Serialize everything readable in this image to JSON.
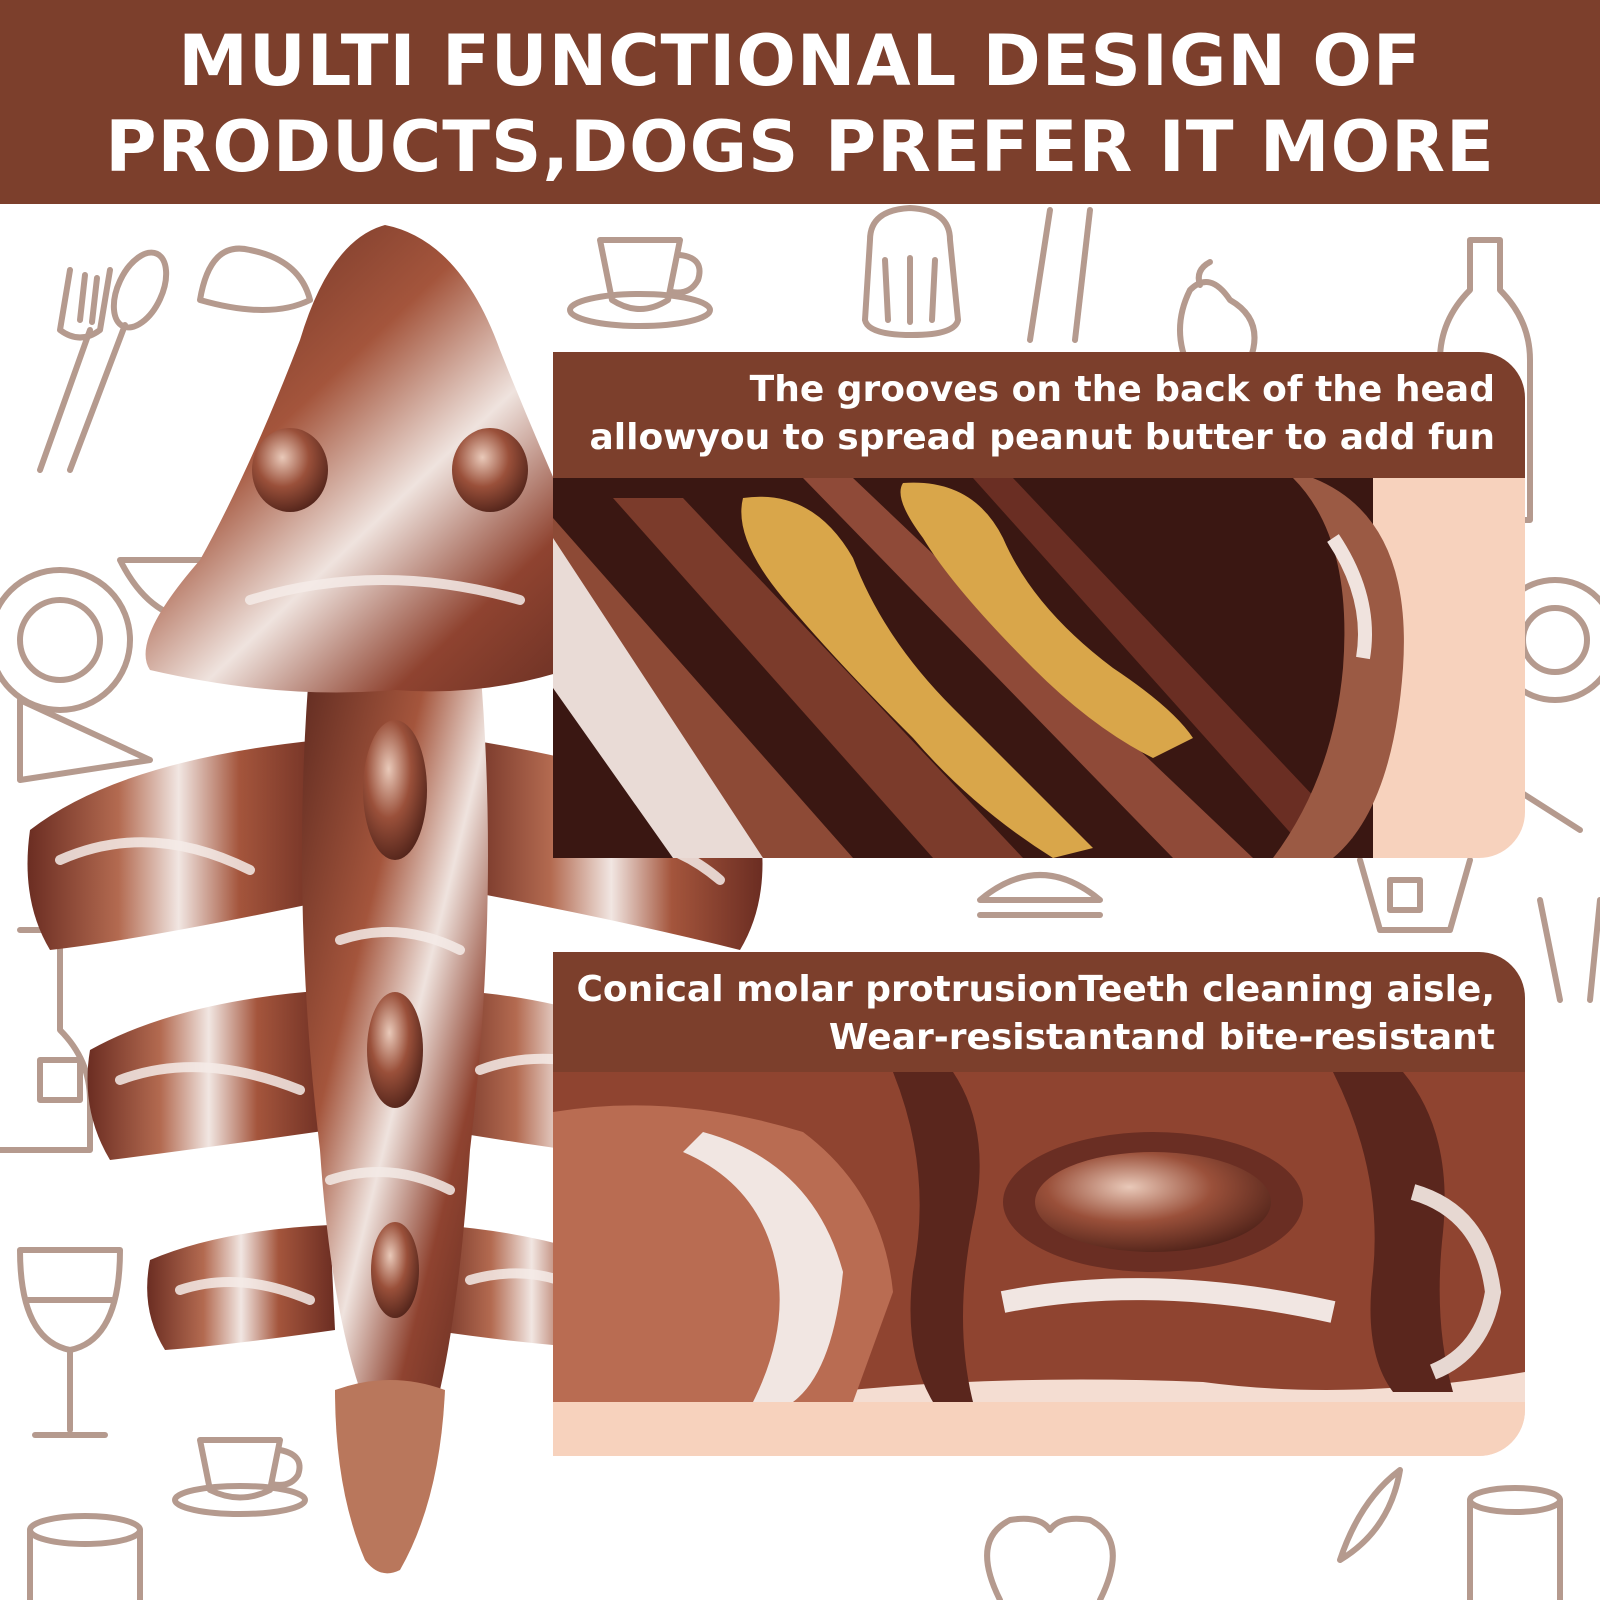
{
  "banner": {
    "line1": "MULTI FUNCTIONAL DESIGN OF",
    "line2": "PRODUCTS,DOGS PREFER IT MORE"
  },
  "callouts": [
    {
      "line1": "The grooves on the back of the head",
      "line2": "allowyou to spread peanut butter to add fun"
    },
    {
      "line1": "Conical molar protrusionTeeth cleaning aisle,",
      "line2": "Wear-resistantand bite-resistant"
    }
  ],
  "colors": {
    "banner": "#7c3f2c",
    "doodle_line": "#b59a8e",
    "toy_dark": "#6b2d22",
    "toy_mid": "#a4553c",
    "toy_light": "#f1e6e2",
    "peanut_butter": "#d9a64a",
    "background_peach": "#f7d2bd"
  }
}
